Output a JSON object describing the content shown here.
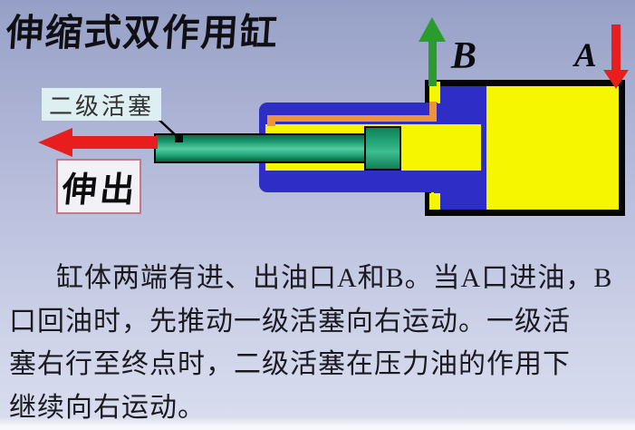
{
  "slide": {
    "title": "伸缩式双作用缸",
    "body_lines": [
      "缸体两端有进、出油口A和B。当A口进油，B",
      "口回油时，先推动一级活塞向右运动。一级活",
      "塞右行至终点时，二级活塞在压力油的作用下",
      "继续向右运动。"
    ]
  },
  "diagram": {
    "piston_label": "二级活塞",
    "extend_label": "伸出",
    "port_b_label": "B",
    "port_a_label": "A"
  },
  "colors": {
    "bg-top": "#96a0c6",
    "bg-bottom": "#d8dcee",
    "cyl-yellow": "#f6f600",
    "piston-blue": "#2e2ec6",
    "pipe-orange": "#ef9433",
    "rod-green": "#1fa578",
    "rod-green-light": "#55cda2",
    "rod-green-dark": "#0a6b45",
    "arrow-red": "#e81e1e",
    "arrow-green": "#2a9c2e",
    "label-box-bg": "#ddeff0",
    "action-box-bg": "#f2f2f6",
    "action-box-border": "#c4798b",
    "text-dark": "#1a1a20"
  }
}
